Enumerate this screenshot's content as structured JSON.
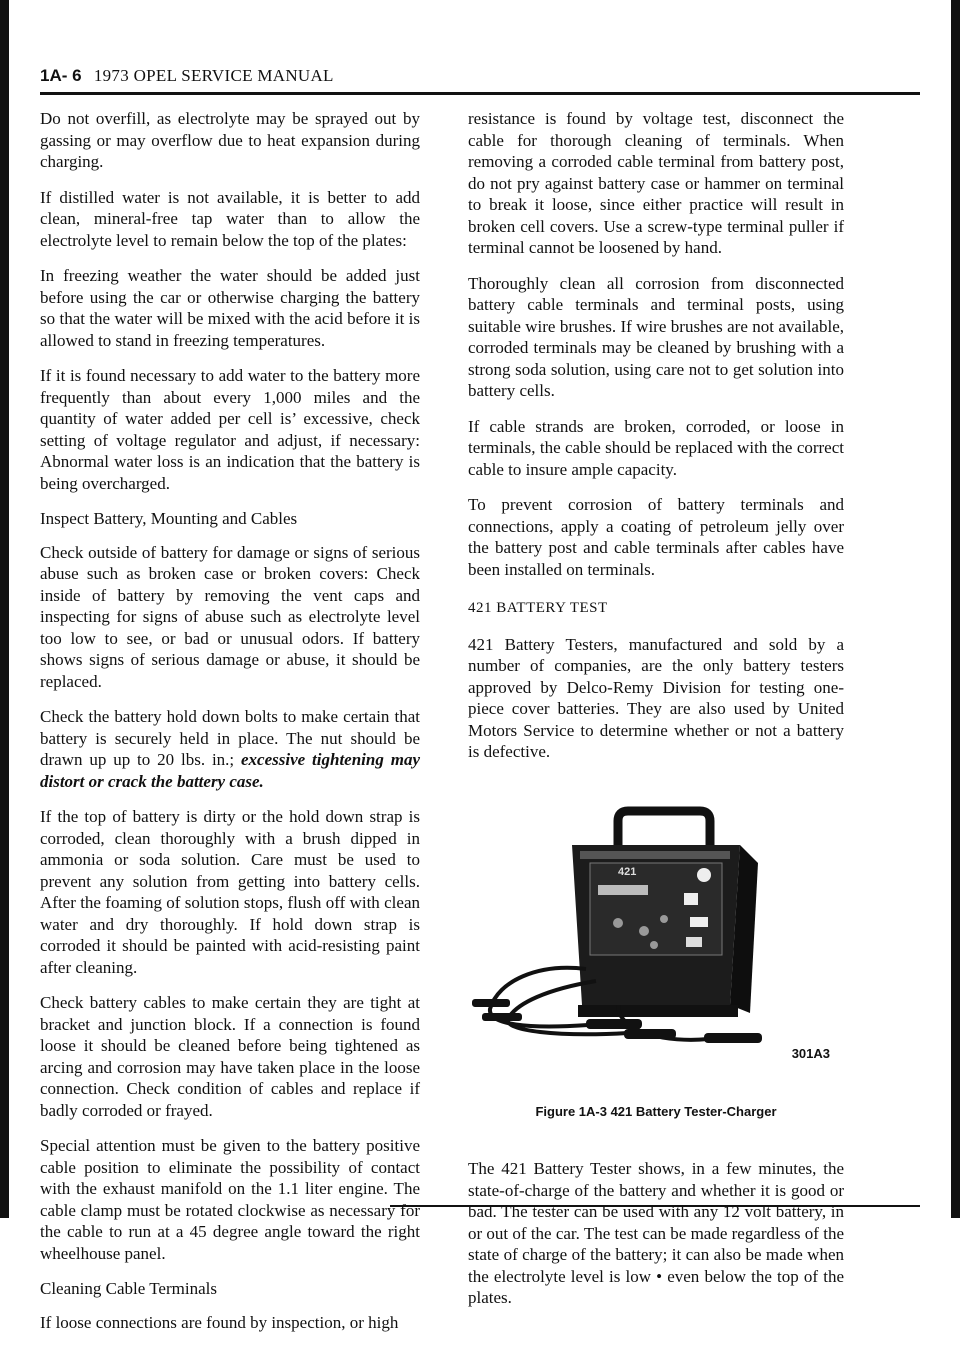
{
  "header": {
    "section_number": "1A- 6",
    "manual_title": "1973 OPEL SERVICE MANUAL"
  },
  "left_column": {
    "p1": "Do not overfill, as electrolyte may be sprayed out by gassing or may overflow due to heat expansion during charging.",
    "p2": "If distilled water is not available, it is better to add clean, mineral-free tap water than to allow the electrolyte level to remain below the top of the plates:",
    "p3": "In freezing weather the water should be added just before using the car or otherwise charging the battery so that the water will be mixed with the acid before it is allowed to stand in freezing temperatures.",
    "p4": "If it is found necessary to add water to the battery more frequently than about every 1,000 miles and the quantity of water added per cell is’ excessive, check setting of voltage regulator and adjust, if necessary: Abnormal water loss is an indication that the battery is being overcharged.",
    "h_inspect": "Inspect Battery, Mounting and Cables",
    "p5": "Check outside of battery for damage or signs of serious abuse such as broken case or broken covers: Check inside of battery by removing the vent caps and inspecting for signs of abuse such as electrolyte level too low to see, or bad or unusual odors. If battery shows signs of serious damage or abuse, it should be replaced.",
    "p6_main": "Check the battery hold down bolts to make certain that battery is securely held in place. The nut should be drawn up up to 20 lbs. in.;",
    "p6_emph": "excessive tightening may distort or crack the battery case.",
    "p7": "If the top of battery is dirty or the hold down strap is corroded, clean thoroughly with a brush dipped in ammonia or soda solution. Care must be used to prevent any solution from getting into battery cells. After the foaming of solution stops, flush off with clean water and dry thoroughly. If hold down strap is corroded it should be painted with acid-resisting paint after cleaning.",
    "p8": "Check battery cables to make certain they are tight at bracket and junction block. If a connection is found loose it should be cleaned before being tightened as arcing and corrosion may have taken place in the loose connection. Check condition of cables and replace if badly corroded or frayed.",
    "p9": "Special attention must be given to the battery positive cable position to eliminate the possibility of contact with the exhaust manifold on the 1.1 liter engine. The cable clamp must be rotated clockwise as necessary for the cable to run at a 45 degree angle toward the right wheelhouse panel.",
    "h_cleaning": "Cleaning Cable Terminals",
    "p10": "If loose connections are found by inspection, or high"
  },
  "right_column": {
    "p1": "resistance is found by voltage test, disconnect the cable for thorough cleaning of terminals. When removing a corroded cable terminal from battery post, do not pry against battery case or hammer on terminal to break it loose, since either practice will result in broken cell covers. Use a screw-type terminal puller if terminal cannot be loosened by hand.",
    "p2": "Thoroughly clean all corrosion from disconnected battery cable terminals and terminal posts, using suitable wire brushes. If wire brushes are not available, corroded terminals may be cleaned by brushing with a strong soda solution, using care not to get solution into battery cells.",
    "p3": "If cable strands are broken, corroded, or loose in terminals, the cable should be replaced with the correct cable to insure ample capacity.",
    "p4": "To prevent corrosion of battery terminals and connections, apply a coating of petroleum jelly over the battery post and cable terminals after cables have been installed on terminals.",
    "h_test": "421 BATTERY TEST",
    "p5": "421 Battery Testers, manufactured and sold by a number of companies, are the only battery testers approved by Delco-Remy Division for testing one-piece cover batteries. They are also used by United Motors Service to determine whether or not a battery is defective.",
    "figure_tag": "301A3",
    "device_label": "421",
    "figure_caption": "Figure 1A-3 421 Battery Tester-Charger",
    "p6": "The 421 Battery Tester shows, in a few minutes, the state-of-charge of the battery and whether it is good or bad. The tester can be used with any 12 volt battery, in or out of the car. The test can be made regardless of the state of charge of the battery; it can also be made when the electrolyte level is low • even below the top of the plates."
  }
}
